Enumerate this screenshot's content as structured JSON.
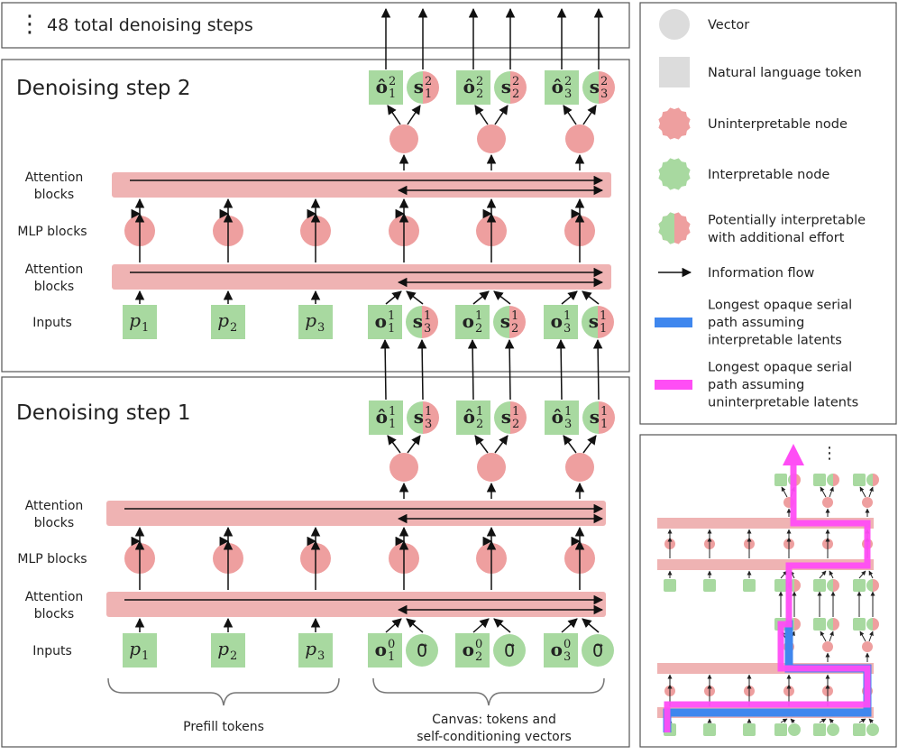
{
  "steps_header": {
    "dots": "⋮",
    "label": "48 total denoising steps"
  },
  "step2": {
    "title": "Denoising step 2",
    "row_labels": {
      "attention_top": [
        "Attention",
        "blocks"
      ],
      "mlp": "MLP blocks",
      "attention_bottom": [
        "Attention",
        "blocks"
      ],
      "inputs": "Inputs"
    },
    "prefill_inputs": [
      {
        "base": "p",
        "sub": "1"
      },
      {
        "base": "p",
        "sub": "2"
      },
      {
        "base": "p",
        "sub": "3"
      }
    ],
    "canvas_inputs": [
      {
        "token_base": "o",
        "token_sup": "1",
        "token_sub": "1",
        "vec_base": "s",
        "vec_sup": "1",
        "vec_sub": "3"
      },
      {
        "token_base": "o",
        "token_sup": "1",
        "token_sub": "2",
        "vec_base": "s",
        "vec_sup": "1",
        "vec_sub": "2"
      },
      {
        "token_base": "o",
        "token_sup": "1",
        "token_sub": "3",
        "vec_base": "s",
        "vec_sup": "1",
        "vec_sub": "1"
      }
    ],
    "outputs": [
      {
        "token_base": "ô",
        "token_sup": "2",
        "token_sub": "1",
        "vec_base": "s",
        "vec_sup": "2",
        "vec_sub": "1"
      },
      {
        "token_base": "ô",
        "token_sup": "2",
        "token_sub": "2",
        "vec_base": "s",
        "vec_sup": "2",
        "vec_sub": "2"
      },
      {
        "token_base": "ô",
        "token_sup": "2",
        "token_sub": "3",
        "vec_base": "s",
        "vec_sup": "2",
        "vec_sub": "3"
      }
    ]
  },
  "step1": {
    "title": "Denoising step 1",
    "row_labels": {
      "attention_top": [
        "Attention",
        "blocks"
      ],
      "mlp": "MLP blocks",
      "attention_bottom": [
        "Attention",
        "blocks"
      ],
      "inputs": "Inputs"
    },
    "prefill_inputs": [
      {
        "base": "p",
        "sub": "1"
      },
      {
        "base": "p",
        "sub": "2"
      },
      {
        "base": "p",
        "sub": "3"
      }
    ],
    "canvas_inputs": [
      {
        "token_base": "o",
        "token_sup": "0",
        "token_sub": "1",
        "vec_base": "0⃗"
      },
      {
        "token_base": "o",
        "token_sup": "0",
        "token_sub": "2",
        "vec_base": "0⃗"
      },
      {
        "token_base": "o",
        "token_sup": "0",
        "token_sub": "3",
        "vec_base": "0⃗"
      }
    ],
    "outputs": [
      {
        "token_base": "ô",
        "token_sup": "1",
        "token_sub": "1",
        "vec_base": "s",
        "vec_sup": "1",
        "vec_sub": "3"
      },
      {
        "token_base": "ô",
        "token_sup": "1",
        "token_sub": "2",
        "vec_base": "s",
        "vec_sup": "1",
        "vec_sub": "2"
      },
      {
        "token_base": "ô",
        "token_sup": "1",
        "token_sub": "3",
        "vec_base": "s",
        "vec_sup": "1",
        "vec_sub": "1"
      }
    ],
    "brace_labels": {
      "prefill": "Prefill tokens",
      "canvas": [
        "Canvas: tokens and",
        "self-conditioning vectors"
      ]
    }
  },
  "legend": [
    {
      "icon": "vector-circle",
      "label": [
        "Vector"
      ]
    },
    {
      "icon": "token-square",
      "label": [
        "Natural language token"
      ]
    },
    {
      "icon": "uninterpretable-blob",
      "label": [
        "Uninterpretable node"
      ]
    },
    {
      "icon": "interpretable-blob",
      "label": [
        "Interpretable node"
      ]
    },
    {
      "icon": "half-interpretable-blob",
      "label": [
        "Potentially interpretable",
        "with additional effort"
      ]
    },
    {
      "icon": "arrow",
      "label": [
        "Information flow"
      ]
    },
    {
      "icon": "blue-path",
      "label": [
        "Longest opaque serial",
        "path assuming",
        "interpretable latents"
      ]
    },
    {
      "icon": "magenta-path",
      "label": [
        "Longest opaque serial",
        "path assuming",
        "uninterpretable latents"
      ]
    }
  ],
  "mini": {
    "dots": "⋮"
  },
  "colors": {
    "pink": "#efb3b3",
    "pink_node": "#ee9f9f",
    "green": "#a8d9a0",
    "gray": "#dcdcdc",
    "blue": "#3f87ee",
    "magenta": "#ff4df5",
    "border": "#555555"
  }
}
